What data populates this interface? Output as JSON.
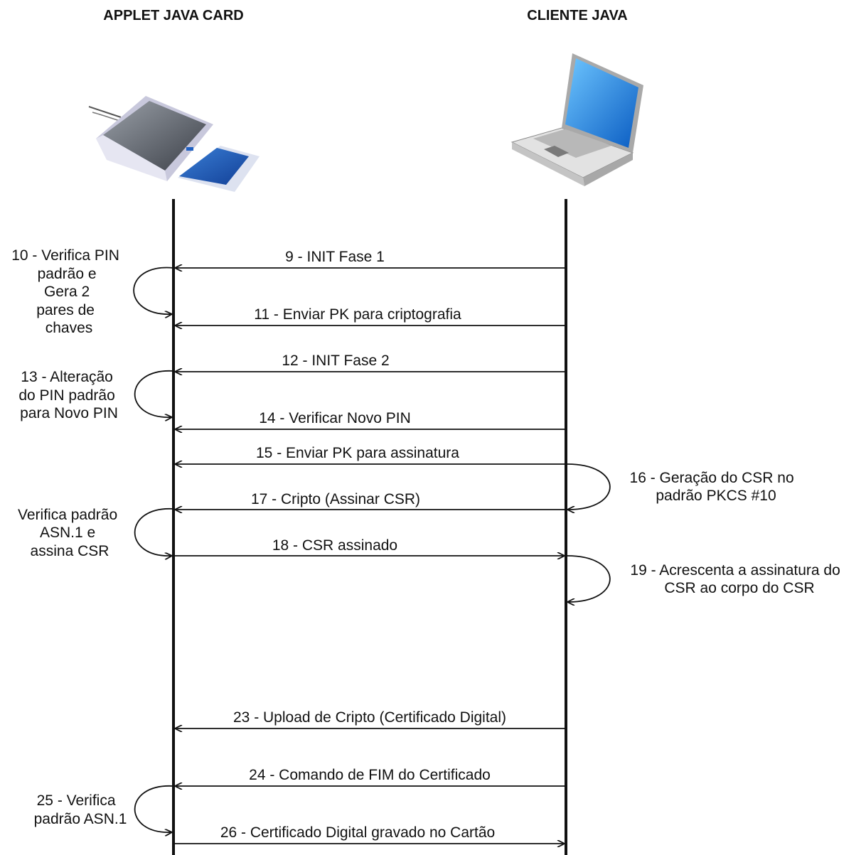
{
  "participants": {
    "left": {
      "title": "APPLET JAVA CARD",
      "icon": "smart-card-reader-icon"
    },
    "right": {
      "title": "CLIENTE JAVA",
      "icon": "laptop-icon"
    }
  },
  "messages": [
    {
      "id": "m9",
      "label": "9 - INIT Fase 1",
      "direction": "right-to-left"
    },
    {
      "id": "m11",
      "label": "11 - Enviar PK para criptografia",
      "direction": "right-to-left"
    },
    {
      "id": "m12",
      "label": "12 - INIT Fase 2",
      "direction": "right-to-left"
    },
    {
      "id": "m14",
      "label": "14 - Verificar Novo PIN",
      "direction": "right-to-left"
    },
    {
      "id": "m15",
      "label": "15 - Enviar PK para assinatura",
      "direction": "right-to-left"
    },
    {
      "id": "m17",
      "label": "17 - Cripto (Assinar CSR)",
      "direction": "right-to-left"
    },
    {
      "id": "m18",
      "label": "18 - CSR assinado",
      "direction": "left-to-right"
    },
    {
      "id": "m23",
      "label": "23 - Upload de Cripto (Certificado Digital)",
      "direction": "right-to-left"
    },
    {
      "id": "m24",
      "label": "24 - Comando de FIM do Certificado",
      "direction": "right-to-left"
    },
    {
      "id": "m26",
      "label": "26 - Certificado Digital gravado no Cartão",
      "direction": "left-to-right"
    }
  ],
  "self_actions": [
    {
      "id": "s10",
      "side": "left",
      "lines": [
        "10 - Verifica PIN",
        "padrão e",
        "Gera 2",
        "pares de",
        "chaves"
      ]
    },
    {
      "id": "s13",
      "side": "left",
      "lines": [
        "13 - Alteração",
        "do PIN padrão",
        "para Novo PIN"
      ]
    },
    {
      "id": "s16",
      "side": "right",
      "lines": [
        "16 - Geração do CSR no",
        "padrão PKCS #10"
      ]
    },
    {
      "id": "sv",
      "side": "left",
      "lines": [
        "Verifica padrão",
        "ASN.1 e",
        "assina CSR"
      ]
    },
    {
      "id": "s19",
      "side": "right",
      "lines": [
        "19 - Acrescenta a assinatura do",
        "CSR ao corpo do CSR"
      ]
    },
    {
      "id": "s25",
      "side": "left",
      "lines": [
        "25 - Verifica",
        "padrão ASN.1"
      ]
    }
  ]
}
